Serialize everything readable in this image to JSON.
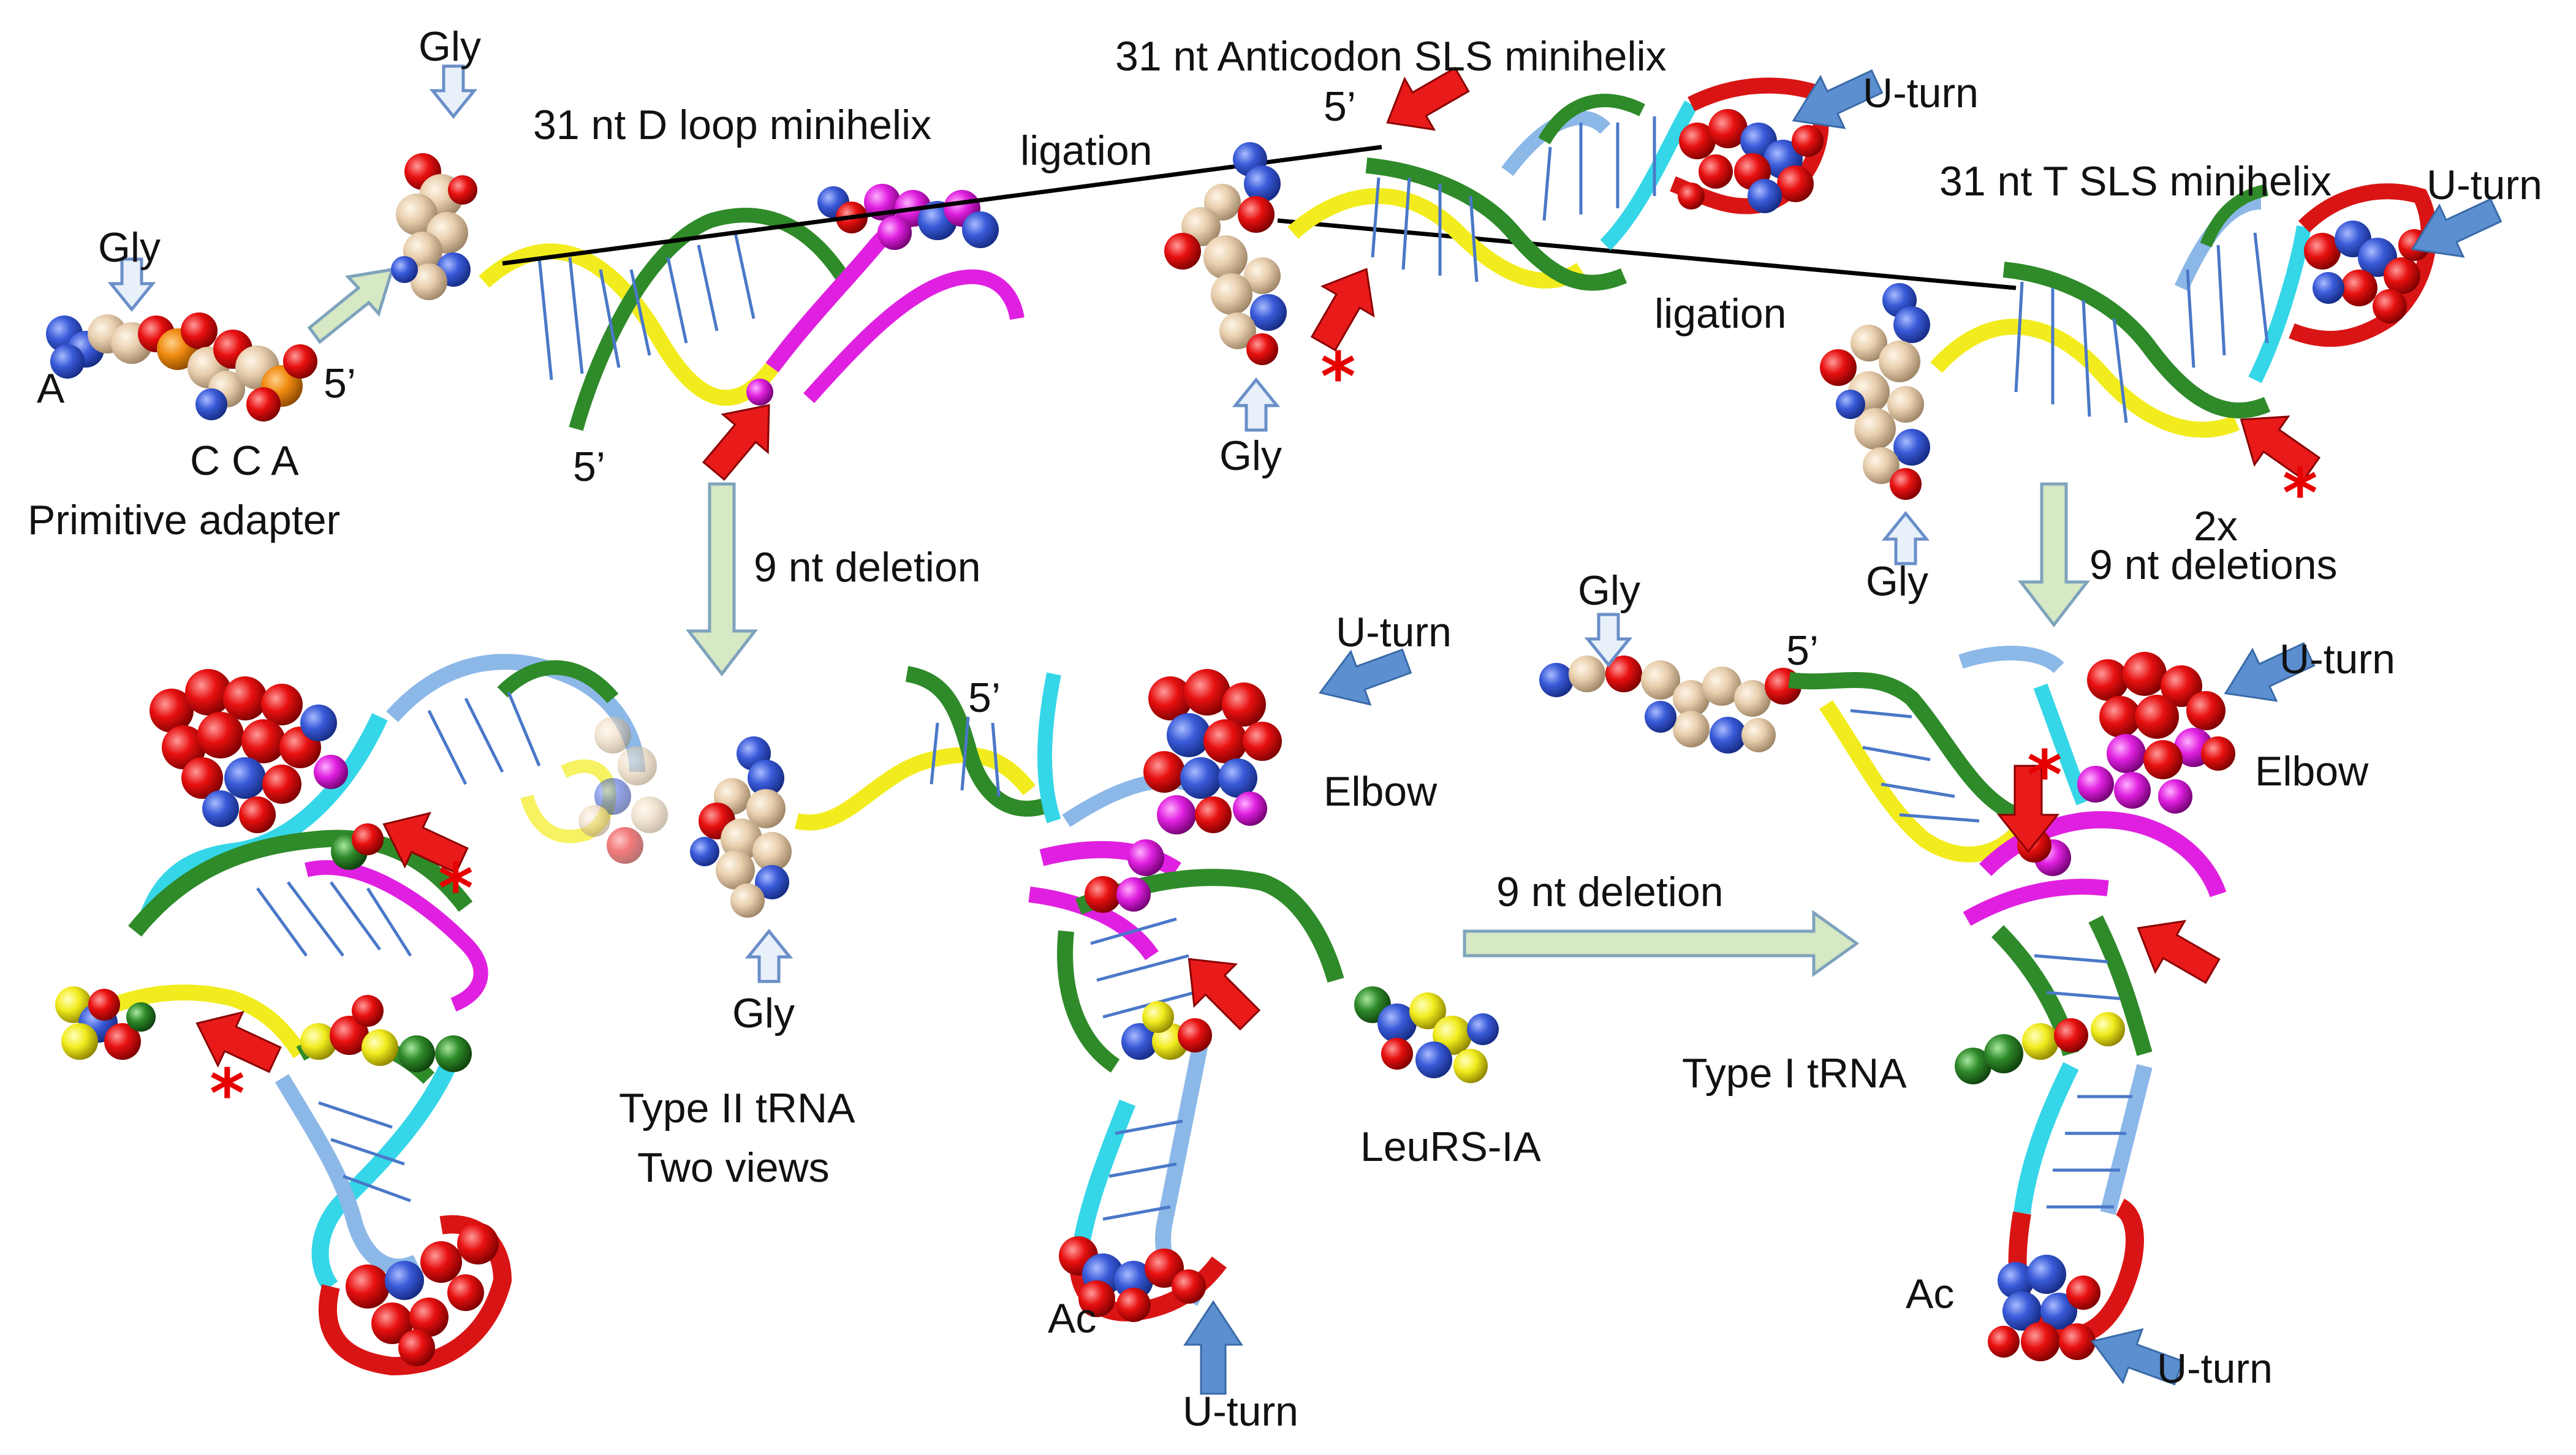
{
  "colors": {
    "ribbon_yellow": "#f2ec1e",
    "ribbon_green": "#2f8a2a",
    "ribbon_magenta": "#e020e0",
    "ribbon_cyan": "#35d6e8",
    "ribbon_lightblue": "#8cb8e8",
    "ribbon_red": "#d91414",
    "atom_red": "#e81010",
    "atom_blue": "#3a5ad8",
    "atom_tan": "#e8cfae",
    "atom_yellow": "#f2ec1e",
    "atom_orange": "#f08a10",
    "arrow_red": "#e81a1a",
    "arrow_blue": "#5b8fd0",
    "arrow_green_fill": "#d6e8c4",
    "arrow_green_stroke": "#7ea3bc",
    "arrow_outline": "#6a8fc8"
  },
  "labels": {
    "gly": "Gly",
    "five_prime": "5’",
    "a_end": "A",
    "cca": "C C A",
    "primitive_adapter": "Primitive adapter",
    "d_loop_minihelix": "31 nt D loop minihelix",
    "anticodon_minihelix": "31 nt Anticodon SLS minihelix",
    "t_minihelix": "31 nt T SLS minihelix",
    "ligation": "ligation",
    "u_turn": "U-turn",
    "nine_nt_deletion": "9 nt deletion",
    "two_x": "2x",
    "nine_nt_deletions": "9 nt deletions",
    "elbow": "Elbow",
    "type_ii_trna": "Type II tRNA",
    "two_views": "Two views",
    "type_i_trna": "Type I tRNA",
    "leurs_ia": "LeuRS-IA",
    "ac": "Ac",
    "asterisk": "*"
  }
}
